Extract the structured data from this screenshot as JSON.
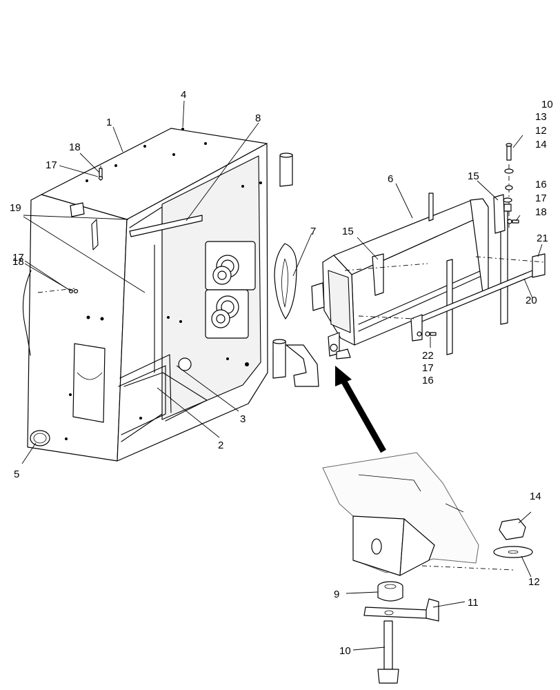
{
  "diagram": {
    "callouts": [
      {
        "id": "c1",
        "text": "1"
      },
      {
        "id": "c2",
        "text": "2"
      },
      {
        "id": "c3",
        "text": "3"
      },
      {
        "id": "c4",
        "text": "4"
      },
      {
        "id": "c5",
        "text": "5"
      },
      {
        "id": "c6",
        "text": "6"
      },
      {
        "id": "c7",
        "text": "7"
      },
      {
        "id": "c8",
        "text": "8"
      },
      {
        "id": "c9",
        "text": "9"
      },
      {
        "id": "c10a",
        "text": "10"
      },
      {
        "id": "c10b",
        "text": "10"
      },
      {
        "id": "c11",
        "text": "11"
      },
      {
        "id": "c12a",
        "text": "12"
      },
      {
        "id": "c12b",
        "text": "12"
      },
      {
        "id": "c13",
        "text": "13"
      },
      {
        "id": "c14a",
        "text": "14"
      },
      {
        "id": "c14b",
        "text": "14"
      },
      {
        "id": "c15a",
        "text": "15"
      },
      {
        "id": "c15b",
        "text": "15"
      },
      {
        "id": "c16a",
        "text": "16"
      },
      {
        "id": "c16b",
        "text": "16"
      },
      {
        "id": "c17a",
        "text": "17"
      },
      {
        "id": "c17b",
        "text": "17"
      },
      {
        "id": "c17c",
        "text": "17"
      },
      {
        "id": "c17d",
        "text": "17"
      },
      {
        "id": "c18a",
        "text": "18"
      },
      {
        "id": "c18b",
        "text": "18"
      },
      {
        "id": "c18c",
        "text": "18"
      },
      {
        "id": "c19",
        "text": "19"
      },
      {
        "id": "c20",
        "text": "20"
      },
      {
        "id": "c21",
        "text": "21"
      },
      {
        "id": "c22",
        "text": "22"
      }
    ]
  }
}
